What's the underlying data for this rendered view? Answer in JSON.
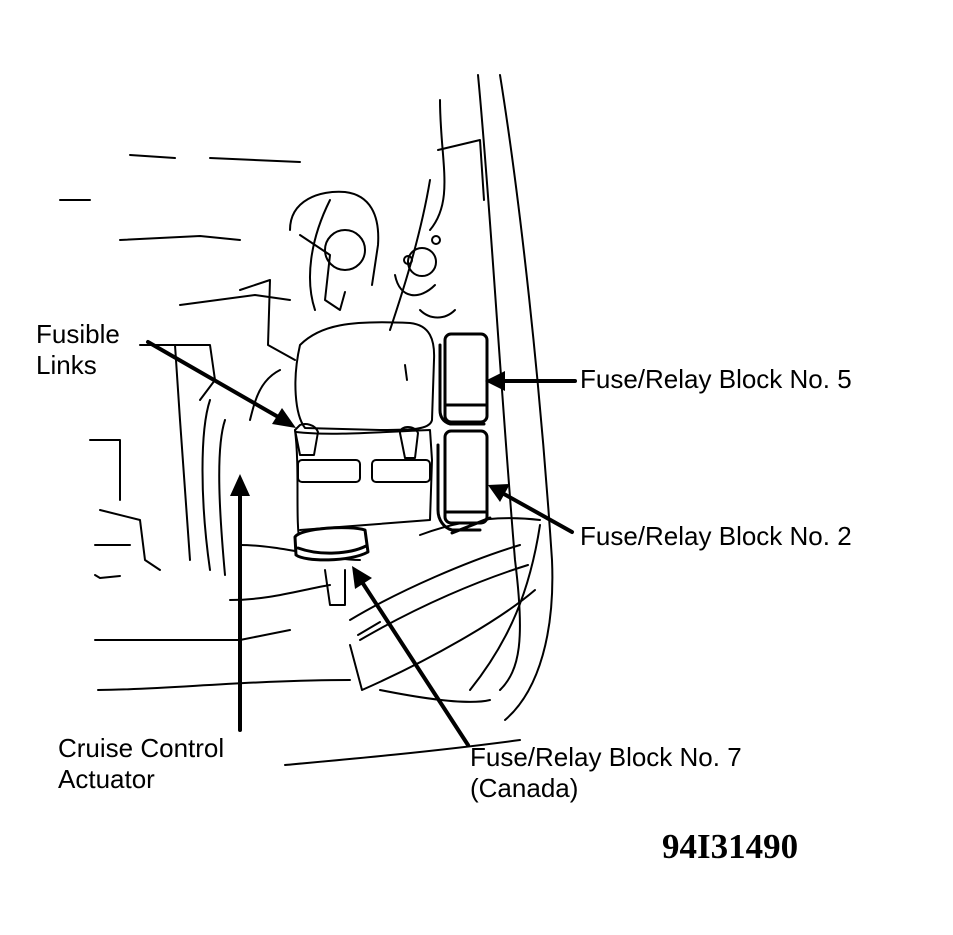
{
  "labels": {
    "fusible_links": [
      "Fusible",
      "Links"
    ],
    "fuse_relay_block_5": "Fuse/Relay Block No. 5",
    "fuse_relay_block_2": "Fuse/Relay Block No. 2",
    "fuse_relay_block_7": [
      "Fuse/Relay Block No. 7",
      "(Canada)"
    ],
    "cruise_control_actuator": [
      "Cruise Control",
      "Actuator"
    ]
  },
  "figure_id": "94I31490",
  "colors": {
    "ink": "#000000",
    "paper": "#ffffff"
  }
}
